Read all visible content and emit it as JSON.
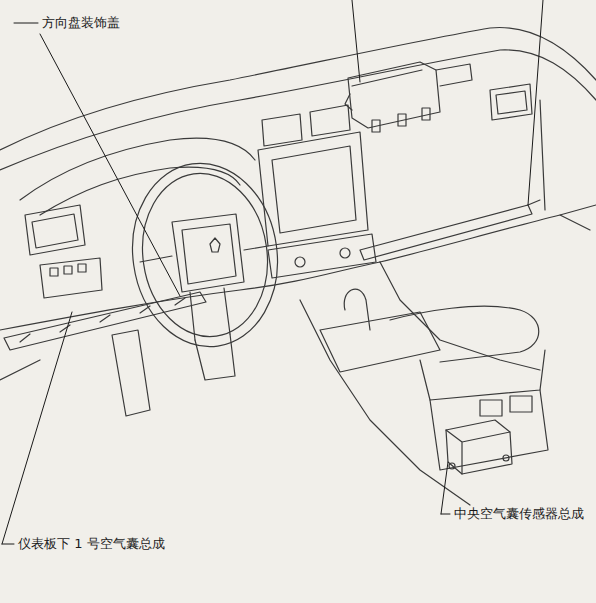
{
  "diagram": {
    "labels": [
      "方向盘装饰盖",
      "中央空气囊传感器总成",
      "仪表板下 1 号空气囊总成"
    ]
  }
}
